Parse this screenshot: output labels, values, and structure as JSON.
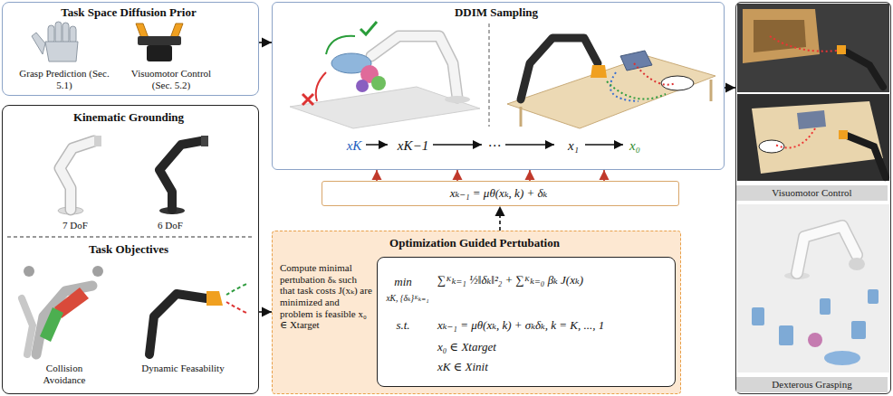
{
  "diagram": {
    "nodes": [
      {
        "text": [
          "Task Space Diffusion Prior",
          "Grasp Prediction (Sec. 5.1)",
          "Visuomotor Control (Sec. 5.2)"
        ]
      },
      {
        "text": [
          "Kinematic Grounding",
          "7 DoF",
          "6 DoF",
          "Task Objectives",
          "Collision Avoidance",
          "Dynamic Feasability"
        ]
      },
      {
        "text": [
          "DDIM Sampling",
          "xK",
          "xK−1",
          "⋯",
          "x₁",
          "x₀"
        ]
      },
      {
        "text": [
          "xₖ₋₁ = μθ(xₖ, k) + δₖ"
        ]
      },
      {
        "text": [
          "Optimization Guided Pertubation",
          "Compute minimal pertubation δₖ such that task costs J(xₖ) are minimized and problem is feasible x₀ ∈ Xtarget"
        ]
      },
      {
        "text": [
          "min",
          "xK, {δₖ}ᴷₖ₌₁",
          "∑ᴷₖ₌₁ ½‖δₖ‖²₂ + ∑ᴷₖ₌₀ βₖ J(xₖ)",
          "s.t.",
          "xₖ₋₁ = μθ(xₖ, k) + σₖδₖ, k = K, ..., 1",
          "x₀ ∈ Xtarget",
          "xK ∈ Xinit"
        ],
        "in": 4
      },
      {
        "text": [
          "Visuomotor Control",
          "Dexterous Grasping"
        ]
      }
    ],
    "edges": [
      {
        "from": 0,
        "to": 2,
        "arrow": "to"
      },
      {
        "from": 2,
        "to": 6,
        "arrow": "to"
      },
      {
        "from": 1,
        "to": 4,
        "arrow": "to"
      },
      {
        "from": 4,
        "to": 3,
        "arrow": "to"
      },
      {
        "from": 3,
        "to": 2,
        "arrow": "to"
      },
      {
        "from": 3,
        "to": 2,
        "arrow": "to"
      },
      {
        "from": 3,
        "to": 2,
        "arrow": "to"
      },
      {
        "from": 3,
        "to": 2,
        "arrow": "to"
      }
    ]
  }
}
